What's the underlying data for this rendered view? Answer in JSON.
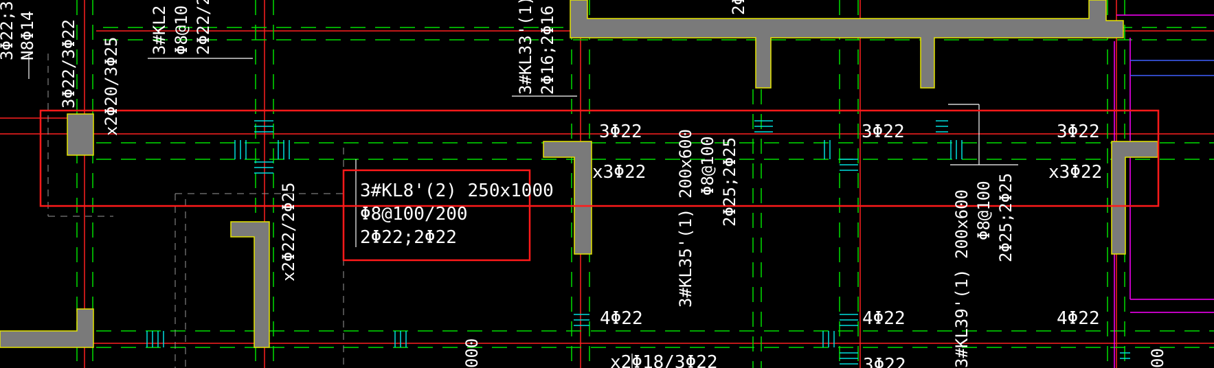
{
  "drawing": {
    "background_color": "#000000",
    "colors": {
      "axis_red": "#ff0000",
      "dash_green": "#00ff00",
      "rebar_cyan": "#00ffff",
      "column_fill": "#808080",
      "column_edge": "#ffff00",
      "magenta": "#ff00ff",
      "highlight_red": "#ff0000",
      "text": "#ffffff",
      "leader": "#ffffff"
    },
    "highlight_box_label": "selected beam band"
  },
  "annotations": {
    "top_left_1": "3Φ22;3",
    "top_left_2": "N8Φ14",
    "vert_a": "3Φ22/3Φ22",
    "vert_b": "x2Φ20/3Φ25",
    "kl2_1": "3#KL2",
    "kl2_2": "Φ8@10",
    "kl2_3": "2Φ22/2",
    "kl33_1": "3#KL33'(1)",
    "kl33_2": "2Φ16;2Φ16",
    "top_partial": "2Φ",
    "beam_top_1": "3Φ22",
    "beam_top_2": "3Φ22",
    "beam_top_3": "3Φ22",
    "beam_bot_1": "x3Φ22",
    "beam_bot_2": "x3Φ22",
    "kl8_1": "3#KL8'(2) 250x1000",
    "kl8_2": "Φ8@100/200",
    "kl8_3": "2Φ22;2Φ22",
    "vert_c": "x2Φ22/2Φ25",
    "kl35_1": "3#KL35'(1) 200x600",
    "kl35_2": "Φ8@100",
    "kl35_3": "2Φ25;2Φ25",
    "kl39_1": "3#KL39'(1) 200x600",
    "kl39_2": "Φ8@100",
    "kl39_3": "2Φ25;2Φ25",
    "low_1": "4Φ22",
    "low_2": "4Φ22",
    "low_3": "4Φ22",
    "bottom_1": "x2Φ18/3Φ22",
    "bottom_2": "3Φ22",
    "bottom_000": "000",
    "bottom_00": "00"
  }
}
